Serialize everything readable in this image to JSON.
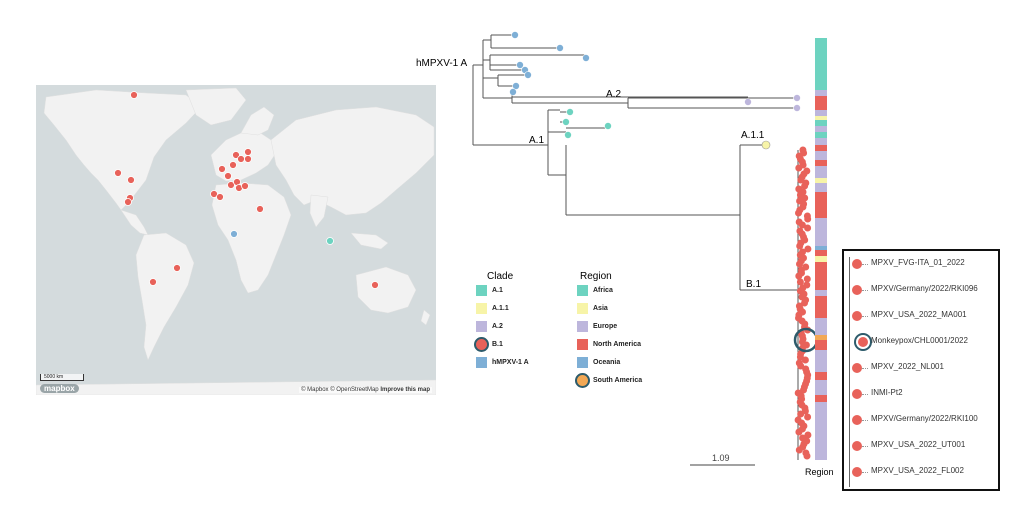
{
  "map": {
    "attribution_prefix": "© Mapbox © OpenStreetMap",
    "attribution_link": "Improve this map",
    "scale_label": "5000 km",
    "logo": "mapbox",
    "ocean_color": "#d4dbdd",
    "land_color": "#f2f2f2"
  },
  "tree": {
    "clade_labels": {
      "hmpxv": "hMPXV-1  A",
      "a2": "A.2",
      "a1": "A.1",
      "a11": "A.1.1",
      "b1": "B.1"
    },
    "scale_value": "1.09",
    "region_label": "Region"
  },
  "legend": {
    "clade_title": "Clade",
    "region_title": "Region",
    "clades": [
      {
        "label": "A.1",
        "color": "#6dd3c0"
      },
      {
        "label": "A.1.1",
        "color": "#f7f4a8"
      },
      {
        "label": "A.2",
        "color": "#bdb6dc"
      },
      {
        "label": "B.1",
        "color": "#e8625a",
        "highlighted": true
      },
      {
        "label": "hMPXV-1 A",
        "color": "#7eafd6"
      }
    ],
    "regions": [
      {
        "label": "Africa",
        "color": "#6dd3c0"
      },
      {
        "label": "Asia",
        "color": "#f7f4a8"
      },
      {
        "label": "Europe",
        "color": "#bdb6dc"
      },
      {
        "label": "North America",
        "color": "#e8625a"
      },
      {
        "label": "Oceania",
        "color": "#7eafd6"
      },
      {
        "label": "South America",
        "color": "#f2a855",
        "highlighted": true
      }
    ]
  },
  "inset": {
    "sequences": [
      {
        "label": "MPXV_FVG-ITA_01_2022"
      },
      {
        "label": "MPXV/Germany/2022/RKI096"
      },
      {
        "label": "MPXV_USA_2022_MA001"
      },
      {
        "label": "Monkeypox/CHL0001/2022",
        "highlighted": true
      },
      {
        "label": "MPXV_2022_NL001"
      },
      {
        "label": "INMI-Pt2"
      },
      {
        "label": "MPXV/Germany/2022/RKI100"
      },
      {
        "label": "MPXV_USA_2022_UT001"
      },
      {
        "label": "MPXV_USA_2022_FL002"
      }
    ]
  },
  "colors": {
    "b1": "#e8625a",
    "highlight_ring": "#2d5b6b"
  }
}
